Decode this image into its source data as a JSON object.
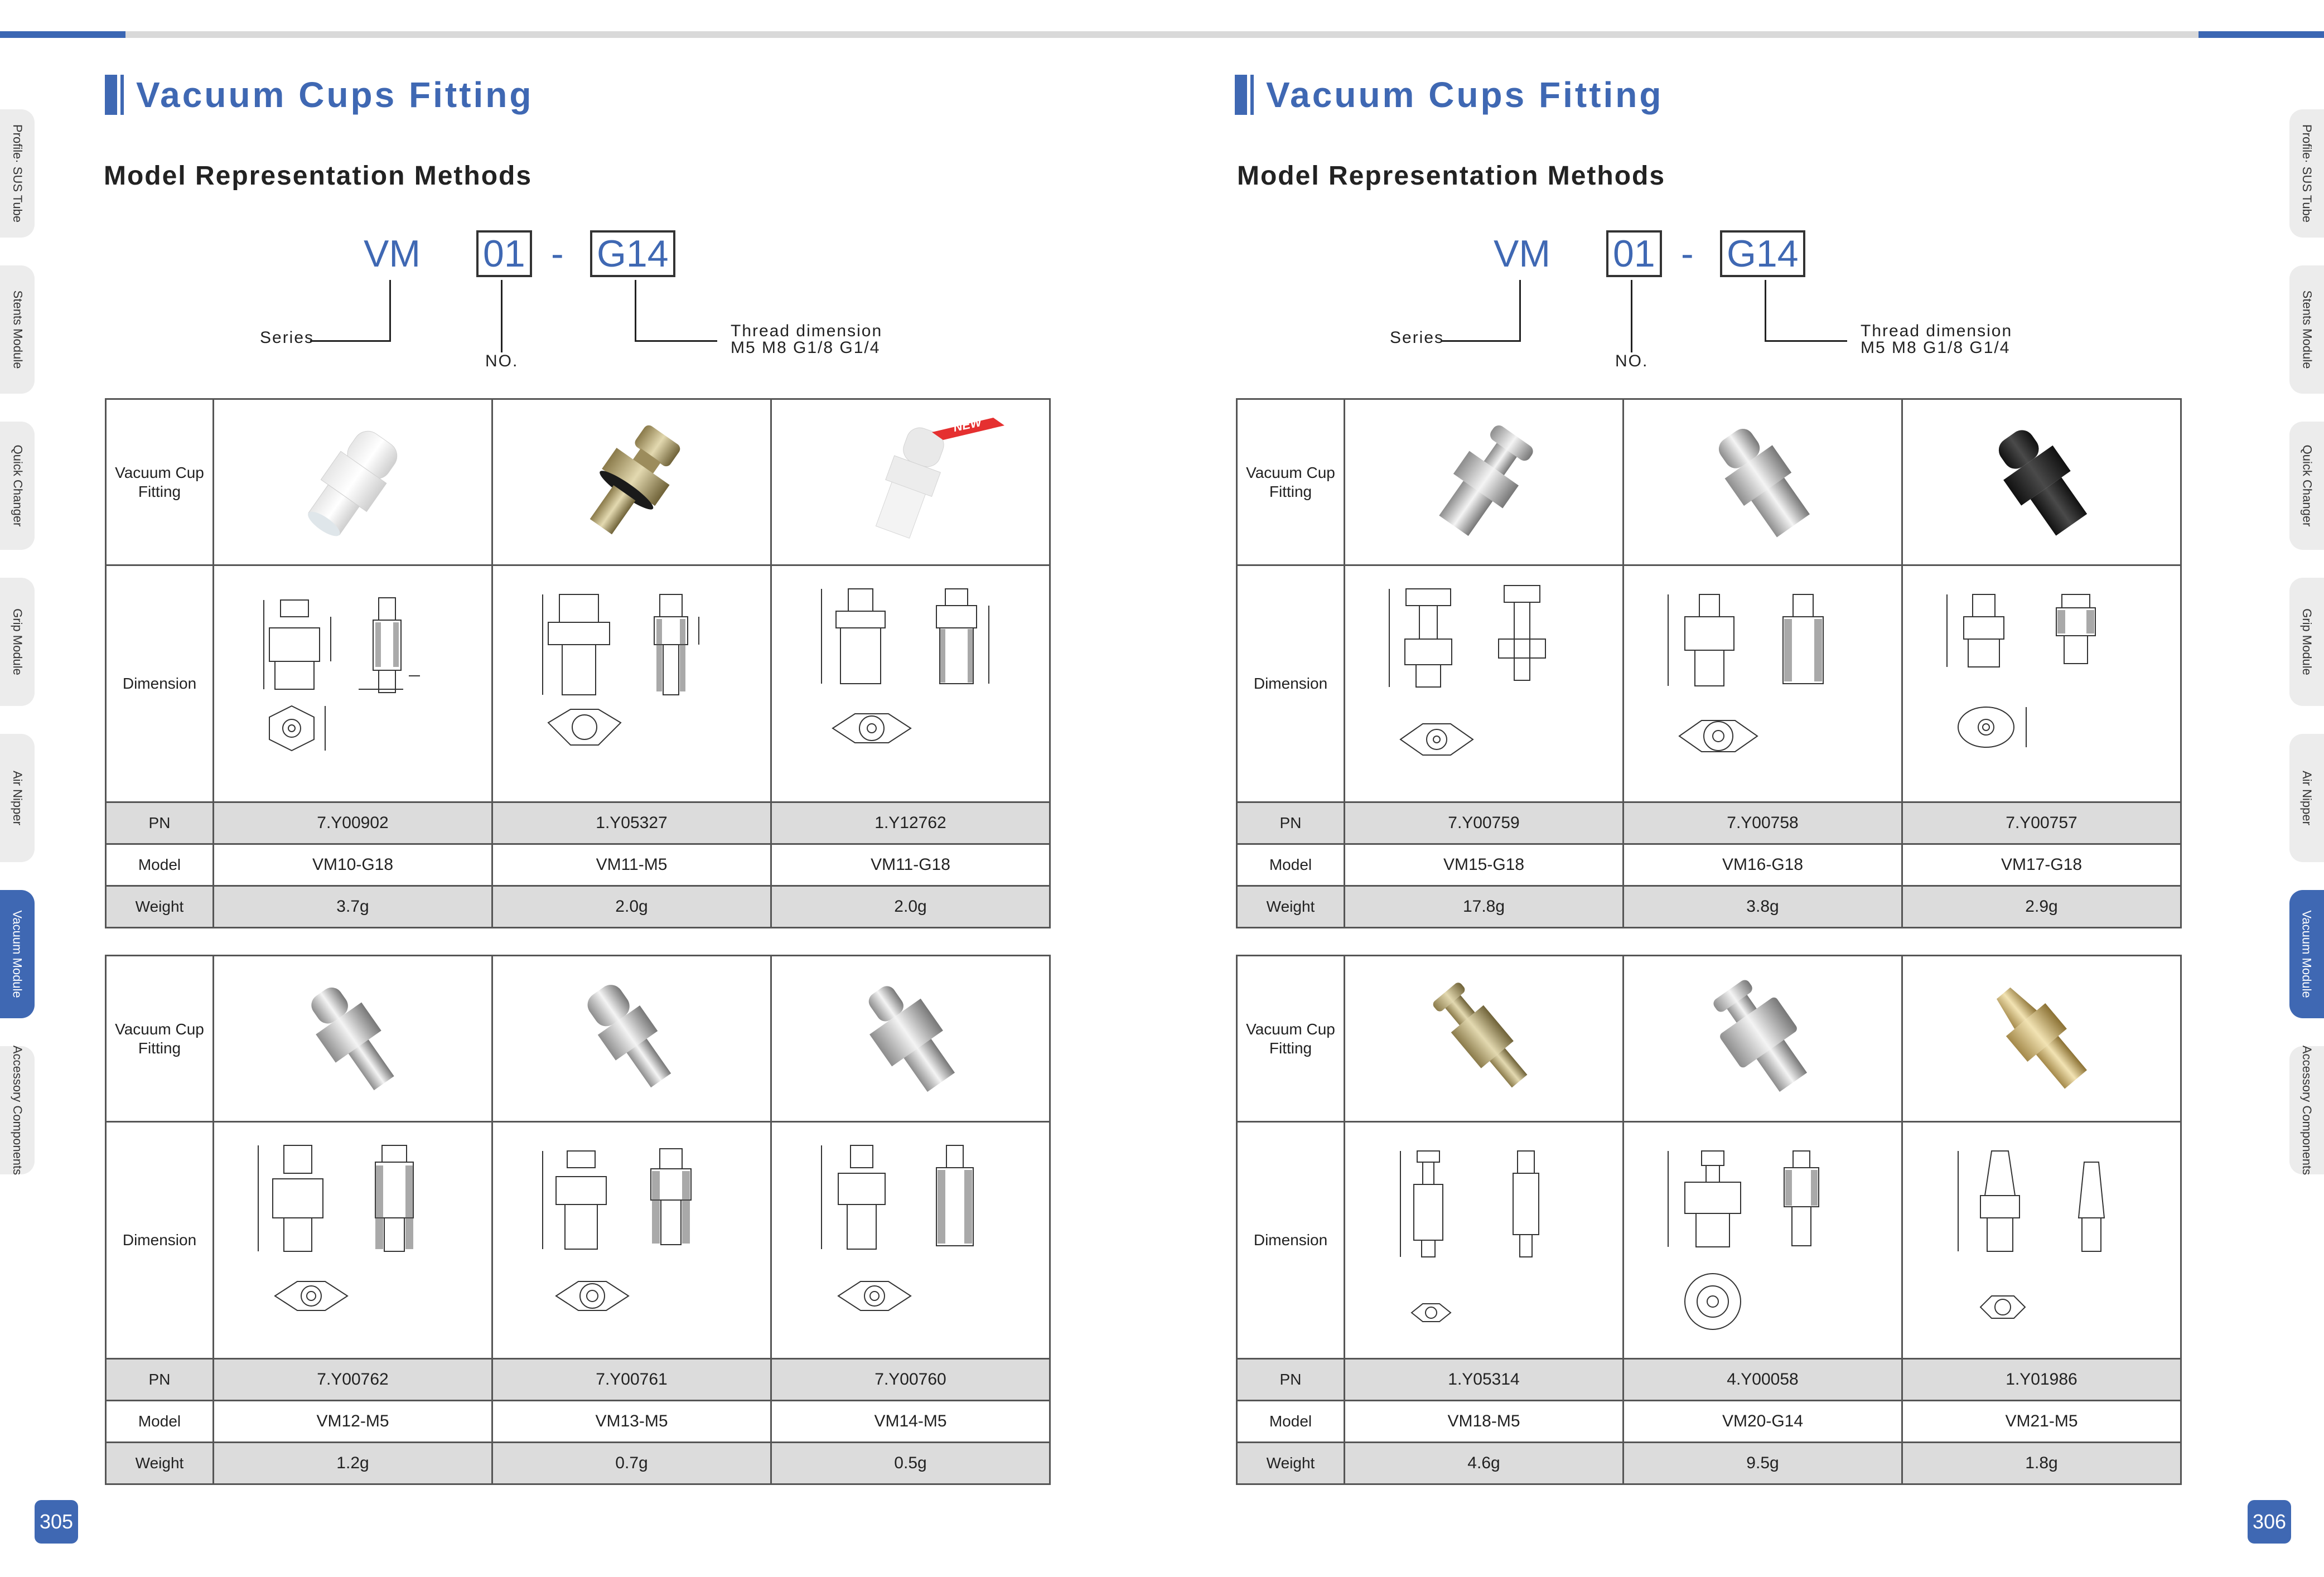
{
  "pages": [
    {
      "page_number": "305",
      "title": "Vacuum Cups Fitting",
      "subtitle": "Model Representation Methods",
      "model_code": {
        "prefix": "VM",
        "number": "01",
        "dash": "-",
        "thread": "G14"
      },
      "model_labels": {
        "series": "Series",
        "no": "NO.",
        "thread_title": "Thread dimension",
        "thread_values": "M5  M8  G1/8 G1/4"
      },
      "row_labels": {
        "fitting": "Vacuum Cup Fitting",
        "dimension": "Dimension",
        "pn": "PN",
        "model": "Model",
        "weight": "Weight"
      },
      "tables": [
        {
          "products": [
            {
              "pn": "7.Y00902",
              "model": "VM10-G18",
              "weight": "3.7g",
              "finish": "white",
              "badge": ""
            },
            {
              "pn": "1.Y05327",
              "model": "VM11-M5",
              "weight": "2.0g",
              "finish": "brass",
              "badge": ""
            },
            {
              "pn": "1.Y12762",
              "model": "VM11-G18",
              "weight": "2.0g",
              "finish": "white",
              "badge": "NEW"
            }
          ]
        },
        {
          "products": [
            {
              "pn": "7.Y00762",
              "model": "VM12-M5",
              "weight": "1.2g",
              "finish": "steel",
              "badge": ""
            },
            {
              "pn": "7.Y00761",
              "model": "VM13-M5",
              "weight": "0.7g",
              "finish": "steel",
              "badge": ""
            },
            {
              "pn": "7.Y00760",
              "model": "VM14-M5",
              "weight": "0.5g",
              "finish": "steel",
              "badge": ""
            }
          ]
        }
      ],
      "side_tabs": [
        "Profile· SUS  Tube",
        "Stents Module",
        "Quick Changer",
        "Grip Module",
        "Air Nipper",
        "Vacuum Module",
        "Accessory Components"
      ],
      "active_tab": "Vacuum Module"
    },
    {
      "page_number": "306",
      "title": "Vacuum Cups Fitting",
      "subtitle": "Model Representation Methods",
      "model_code": {
        "prefix": "VM",
        "number": "01",
        "dash": "-",
        "thread": "G14"
      },
      "model_labels": {
        "series": "Series",
        "no": "NO.",
        "thread_title": "Thread dimension",
        "thread_values": "M5  M8  G1/8 G1/4"
      },
      "row_labels": {
        "fitting": "Vacuum Cup Fitting",
        "dimension": "Dimension",
        "pn": "PN",
        "model": "Model",
        "weight": "Weight"
      },
      "tables": [
        {
          "products": [
            {
              "pn": "7.Y00759",
              "model": "VM15-G18",
              "weight": "17.8g",
              "finish": "steel",
              "badge": ""
            },
            {
              "pn": "7.Y00758",
              "model": "VM16-G18",
              "weight": "3.8g",
              "finish": "steel",
              "badge": ""
            },
            {
              "pn": "7.Y00757",
              "model": "VM17-G18",
              "weight": "2.9g",
              "finish": "black",
              "badge": ""
            }
          ]
        },
        {
          "products": [
            {
              "pn": "1.Y05314",
              "model": "VM18-M5",
              "weight": "4.6g",
              "finish": "brass",
              "badge": ""
            },
            {
              "pn": "4.Y00058",
              "model": "VM20-G14",
              "weight": "9.5g",
              "finish": "steel",
              "badge": ""
            },
            {
              "pn": "1.Y01986",
              "model": "VM21-M5",
              "weight": "1.8g",
              "finish": "gold",
              "badge": ""
            }
          ]
        }
      ],
      "side_tabs": [
        "Profile· SUS  Tube",
        "Stents Module",
        "Quick Changer",
        "Grip Module",
        "Air Nipper",
        "Vacuum Module",
        "Accessory Components"
      ],
      "active_tab": "Vacuum Module"
    }
  ],
  "colors": {
    "accent": "#3f68b3",
    "shaded_row": "#dcdcdc",
    "tab_inactive": "#ececec"
  }
}
